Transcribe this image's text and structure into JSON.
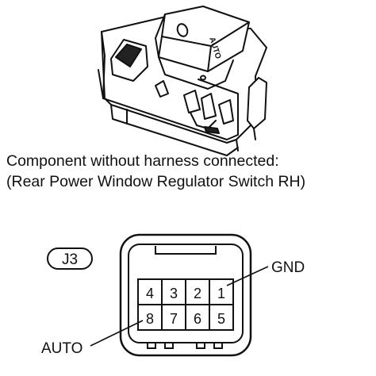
{
  "caption": {
    "line1": "Component without harness connected:",
    "line2": "(Rear Power Window Regulator Switch RH)"
  },
  "switch_marking": "AUTO",
  "connector": {
    "id": "J3",
    "pins_top": [
      "4",
      "3",
      "2",
      "1"
    ],
    "pins_bottom": [
      "8",
      "7",
      "6",
      "5"
    ],
    "label_gnd": "GND",
    "label_auto": "AUTO"
  }
}
